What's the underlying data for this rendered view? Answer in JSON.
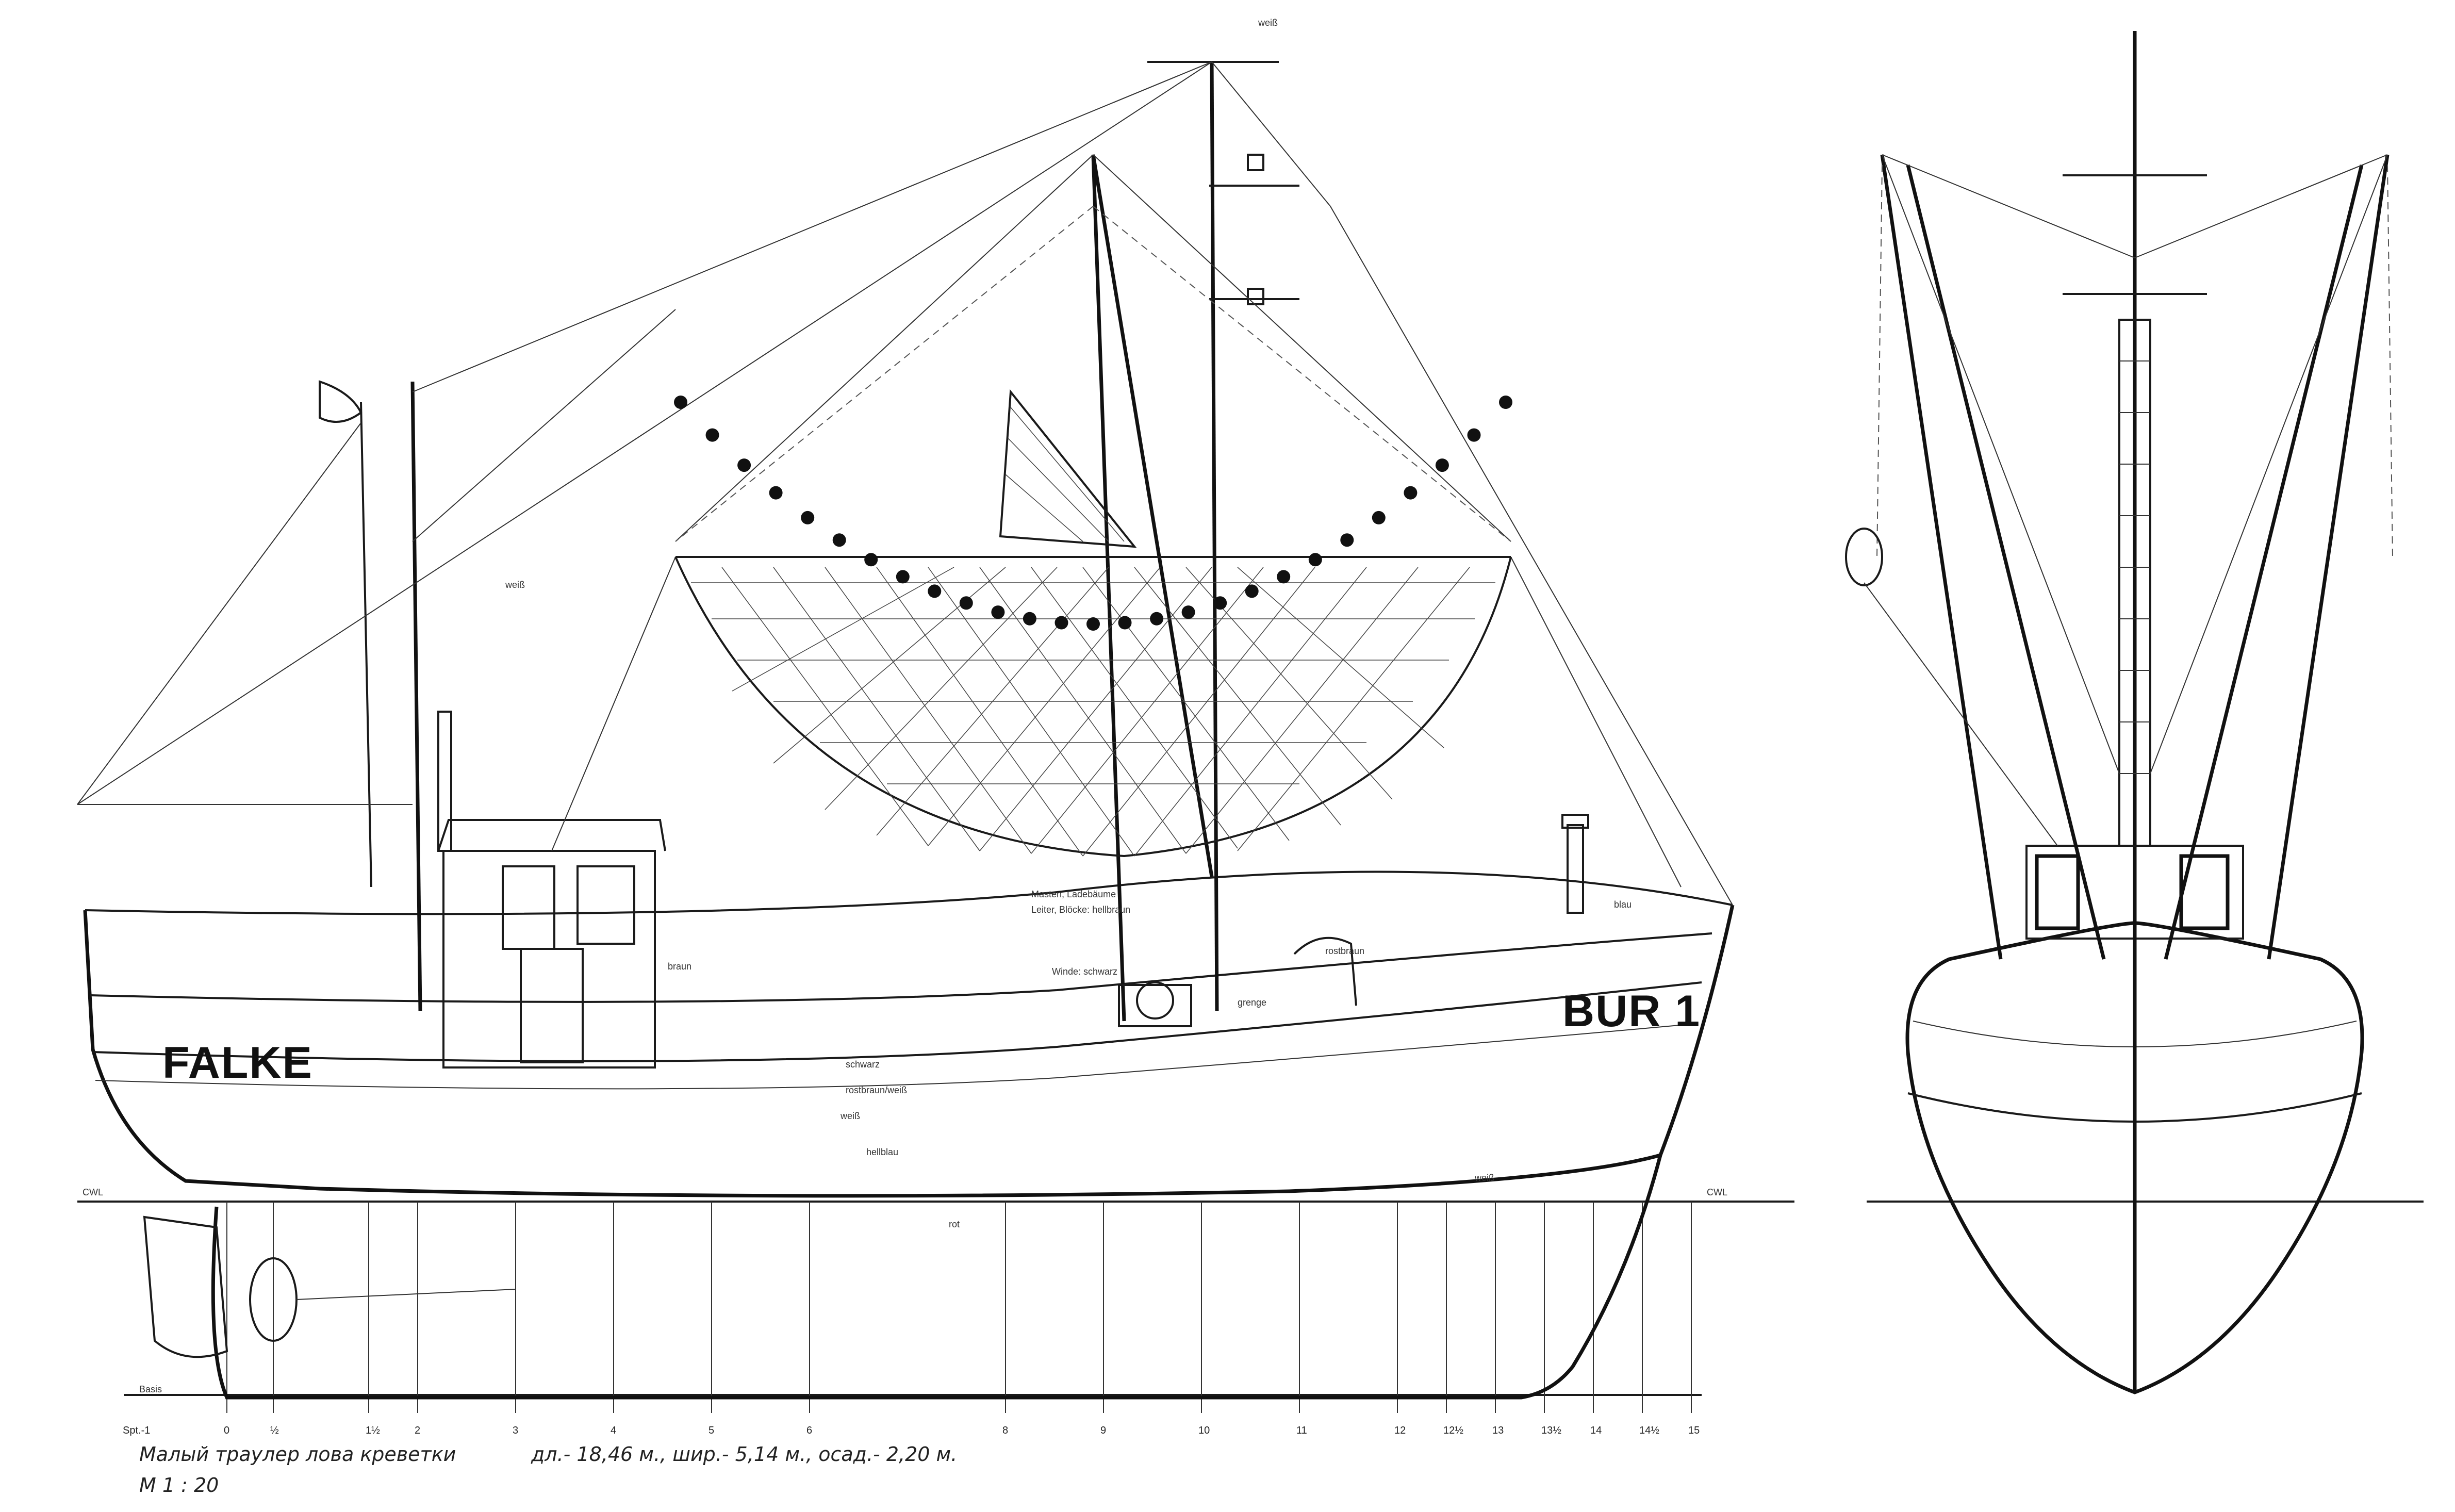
{
  "hull_names": {
    "port_name": "FALKE",
    "registration": "BUR 1"
  },
  "waterline_label": "CWL",
  "small_labels": {
    "weiss": "weiß",
    "hellblau": "hellblau",
    "schwarz": "schwarz",
    "rostbraun_weiss": "rostbraun/weiß",
    "masten": "Masten, Ladebäume",
    "leiter": "Leiter, Blöcke: hellbraun",
    "winde": "Winde: schwarz",
    "rostbraun": "rostbraun",
    "grenge": "grenge",
    "blau": "blau",
    "braun": "braun",
    "rot": "rot",
    "basis": "Basis"
  },
  "frame_stations": {
    "prefix": "Spt.-1",
    "labels": [
      "0",
      "½",
      "1½",
      "2",
      "3",
      "4",
      "5",
      "6",
      "8",
      "9",
      "10",
      "11",
      "12",
      "12½",
      "13",
      "13½",
      "14",
      "14½",
      "15"
    ]
  },
  "caption": {
    "title": "Малый траулер лова креветки",
    "dimensions": "дл.- 18,46 м., шир.- 5,14 м., осад.- 2,20 м.",
    "scale": "М 1 : 20"
  }
}
